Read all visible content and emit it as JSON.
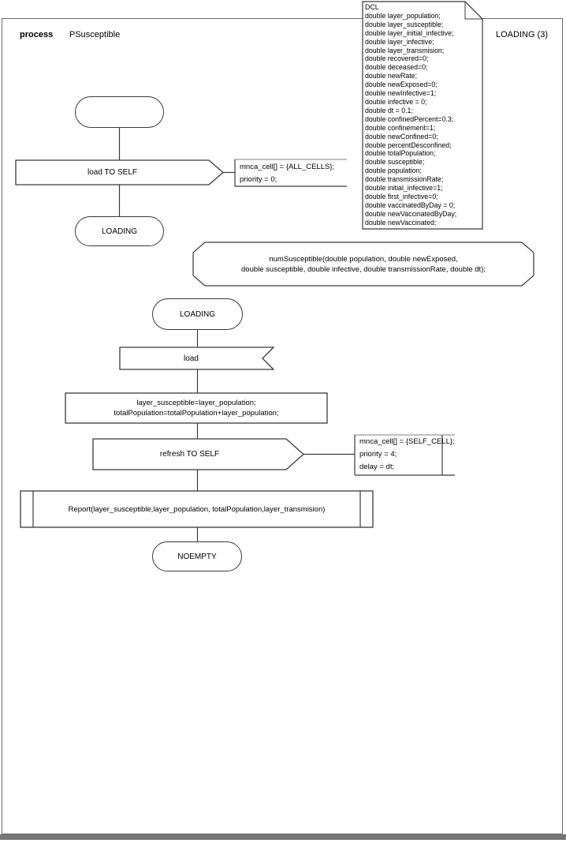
{
  "header": {
    "kind_label": "process",
    "name": "PSusceptible",
    "page_label": "LOADING (3)"
  },
  "dcl_note": {
    "lines": [
      "DCL",
      "double layer_population;",
      "double layer_susceptible;",
      "double layer_initial_infective;",
      "double layer_infective;",
      "double layer_transmision;",
      "double recovered=0;",
      "double deceased=0;",
      "double newRate;",
      "double newExposed=0;",
      "double newInfective=1;",
      "double infective = 0;",
      "double dt = 0.1;",
      "double confinedPercent=0.3;",
      "double confinement=1;",
      "double newConfined=0;",
      "double percentDesconfined;",
      "double totalPopulation;",
      "double susceptible;",
      "double population;",
      "double transmissionRate;",
      "double initial_infective=1;",
      "double first_infective=0;",
      "double vaccinatedByDay = 0;",
      "double newVaccinatedByDay;",
      "double newVaccinated;"
    ]
  },
  "flow": {
    "output_load": {
      "label": "load TO SELF"
    },
    "comment_load": {
      "lines": [
        "mnca_cell[] = {ALL_CELLS};",
        "priority = 0;"
      ]
    },
    "state_loading_first": {
      "label": "LOADING"
    },
    "procedure_signature": {
      "lines": [
        "numSusceptible(double population, double newExposed,",
        "double susceptible, double infective, double transmissionRate, double dt);"
      ]
    },
    "state_loading_second": {
      "label": "LOADING"
    },
    "input_load": {
      "label": "load"
    },
    "task_assign": {
      "lines": [
        "layer_susceptible=layer_population;",
        "totalPopulation=totalPopulation+layer_population;"
      ]
    },
    "output_refresh": {
      "label": "refresh TO SELF"
    },
    "comment_refresh": {
      "lines": [
        "mnca_cell[] = {SELF_CELL};",
        "priority = 4;",
        "delay = dt;"
      ]
    },
    "call_report": {
      "label": "Report(layer_susceptible,layer_population, totalPopulation,layer_transmision)"
    },
    "state_noempty": {
      "label": "NOEMPTY"
    }
  },
  "colors": {
    "shape_line": "#3a3a3a",
    "frame_line": "#6e6e6e",
    "comment_shadow_line": "#9a9a9a",
    "window_bottom_bar": "#767676",
    "background": "#ffffff",
    "text": "#000000"
  }
}
